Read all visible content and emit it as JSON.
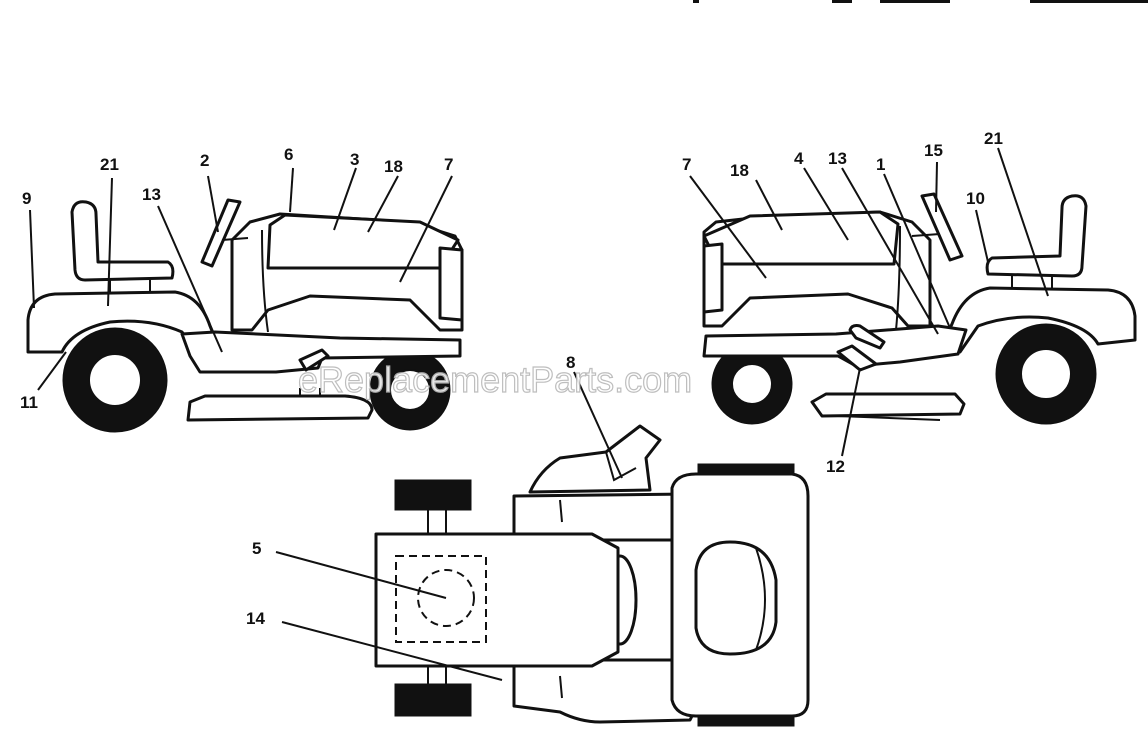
{
  "watermark": "eReplacementParts.com",
  "left_view_callouts": [
    "9",
    "21",
    "13",
    "2",
    "6",
    "3",
    "18",
    "7",
    "11"
  ],
  "right_view_callouts": [
    "7",
    "18",
    "4",
    "13",
    "1",
    "15",
    "21",
    "10",
    "12"
  ],
  "top_view_callouts": [
    "8",
    "5",
    "14"
  ]
}
